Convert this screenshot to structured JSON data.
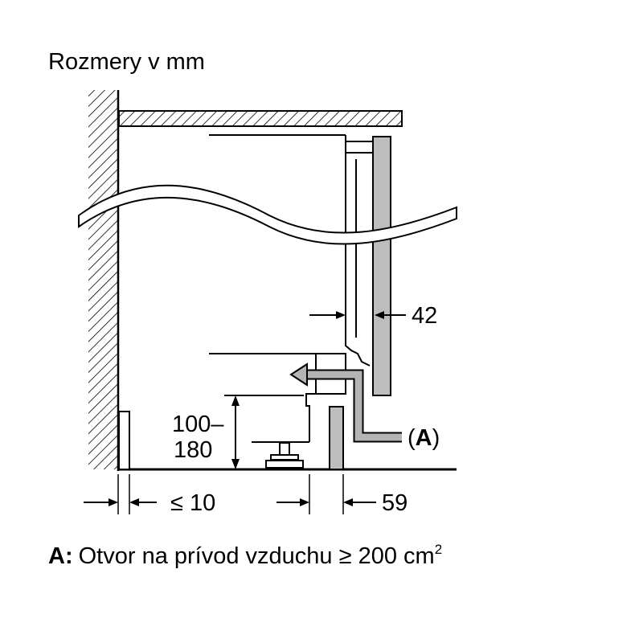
{
  "title": "Rozmery v mm",
  "dimensions": {
    "panel_thickness": "42",
    "gap_left": "≤ 10",
    "gap_right": "59",
    "plinth_height_line1": "100–",
    "plinth_height_line2": "180"
  },
  "marker": {
    "open": "(",
    "letter": "A",
    "close": ")"
  },
  "legend": {
    "key": "A:",
    "text": "Otvor na prívod vzduchu ≥ 200 cm",
    "superscript": "2"
  },
  "colors": {
    "line": "#000000",
    "panel_fill": "#bdbdbd",
    "airflow_arrow": "#b4b4b4",
    "background": "#ffffff"
  }
}
